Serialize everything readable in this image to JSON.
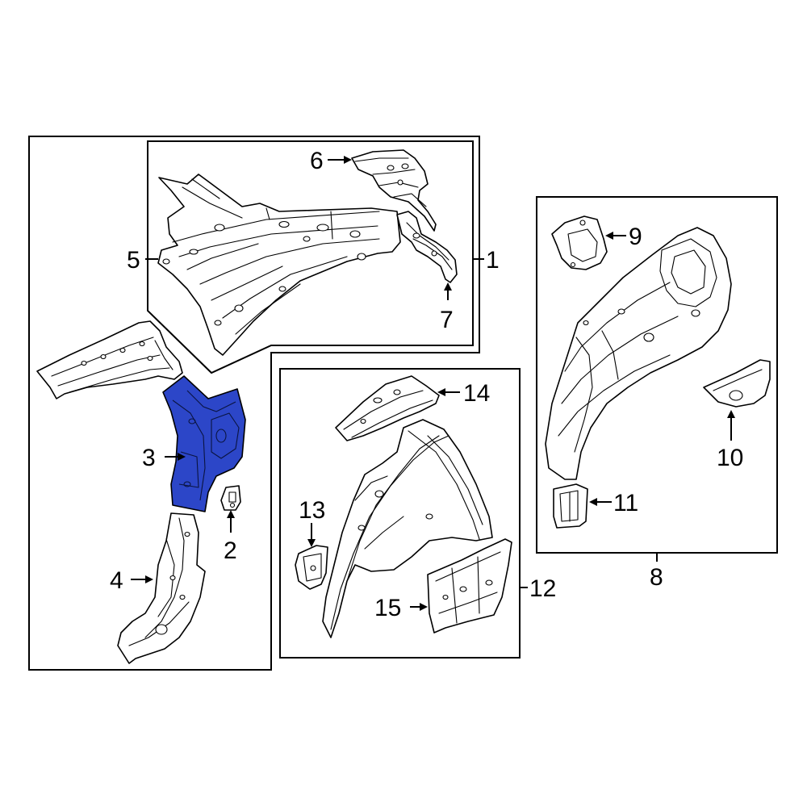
{
  "colors": {
    "highlight": "#2c46c8",
    "highlight_dark": "#1a2c96",
    "line": "#000000",
    "background": "#ffffff"
  },
  "callouts": {
    "c1": "1",
    "c2": "2",
    "c3": "3",
    "c4": "4",
    "c5": "5",
    "c6": "6",
    "c7": "7",
    "c8": "8",
    "c9": "9",
    "c10": "10",
    "c11": "11",
    "c12": "12",
    "c13": "13",
    "c14": "14",
    "c15": "15"
  },
  "highlighted_part": "3"
}
